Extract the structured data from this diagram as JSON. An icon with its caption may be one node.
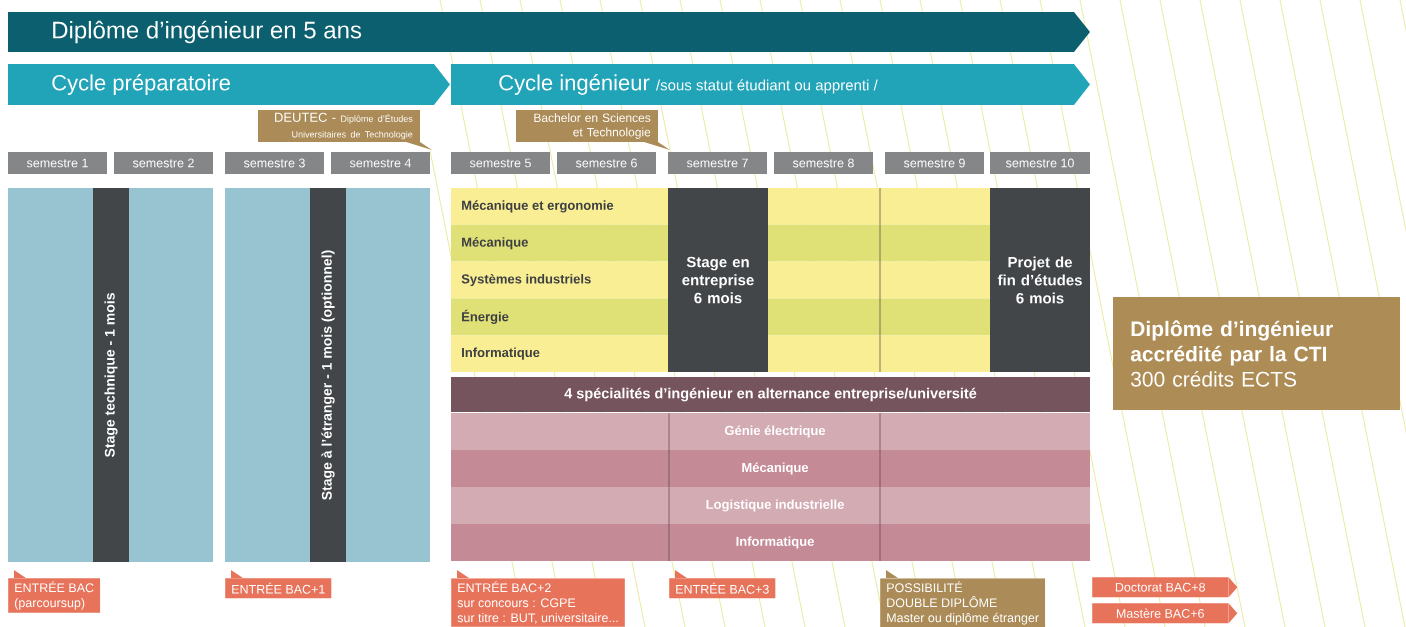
{
  "diagram": {
    "nodes": [
      {
        "text": [
          "Diplôme d’ingénieur en 5 ans"
        ]
      },
      {
        "text": [
          "Cycle préparatoire"
        ]
      },
      {
        "text": [
          "Cycle ingénieur",
          "/sous statut étudiant ou apprenti /"
        ]
      },
      {
        "text": [
          "DEUTEC -",
          "Diplôme d’Études Universitaires de Technologie"
        ]
      },
      {
        "text": [
          "Bachelor en Sciences et Technologie"
        ]
      },
      {
        "text": [
          "semestre 1"
        ]
      },
      {
        "text": [
          "semestre 2"
        ]
      },
      {
        "text": [
          "semestre 3"
        ]
      },
      {
        "text": [
          "semestre 4"
        ]
      },
      {
        "text": [
          "semestre 5"
        ]
      },
      {
        "text": [
          "semestre 6"
        ]
      },
      {
        "text": [
          "semestre 7"
        ]
      },
      {
        "text": [
          "semestre 8"
        ]
      },
      {
        "text": [
          "semestre 9"
        ]
      },
      {
        "text": [
          "semestre 10"
        ]
      },
      {
        "text": [],
        "shape": "box"
      },
      {
        "text": [
          "Stage technique - 1 mois"
        ],
        "in": 15
      },
      {
        "text": [],
        "shape": "box"
      },
      {
        "text": [
          "Stage à l’étranger - 1 mois (optionnel)"
        ],
        "in": 17
      },
      {
        "text": [
          "Mécanique et ergonomie"
        ]
      },
      {
        "text": [
          "Mécanique"
        ]
      },
      {
        "text": [
          "Systèmes industriels"
        ]
      },
      {
        "text": [
          "Énergie"
        ]
      },
      {
        "text": [
          "Informatique"
        ]
      },
      {
        "text": [
          "Stage en entreprise 6 mois"
        ]
      },
      {
        "text": [
          "Projet de fin d’études 6 mois"
        ]
      },
      {
        "text": [
          "4 spécialités d’ingénieur en alternance entreprise/université"
        ]
      },
      {
        "text": [
          "Génie électrique"
        ]
      },
      {
        "text": [
          "Mécanique"
        ]
      },
      {
        "text": [
          "Logistique  industrielle"
        ]
      },
      {
        "text": [
          "Informatique"
        ]
      },
      {
        "text": [
          "Diplôme d’ingénieur accrédité par la CTI",
          "300 crédits ECTS"
        ]
      },
      {
        "text": [
          "ENTRÉE BAC",
          "(parcoursup)"
        ]
      },
      {
        "text": [
          "ENTRÉE BAC+1"
        ]
      },
      {
        "text": [
          "ENTRÉE BAC+2",
          "sur concours : CGPE",
          "sur titre : BUT, universitaire..."
        ]
      },
      {
        "text": [
          "ENTRÉE BAC+3"
        ]
      },
      {
        "text": [
          "POSSIBILITÉ",
          "DOUBLE DIPLÔME",
          "Master ou diplôme étranger"
        ]
      },
      {
        "text": [
          "Doctorat BAC+8"
        ]
      },
      {
        "text": [
          "Mastère BAC+6"
        ]
      },
      {
        "text": [],
        "shape": "box"
      },
      {
        "text": [],
        "shape": "box"
      },
      {
        "text": [],
        "shape": "box"
      },
      {
        "text": [],
        "shape": "box"
      },
      {
        "text": [],
        "shape": "box"
      }
    ]
  }
}
